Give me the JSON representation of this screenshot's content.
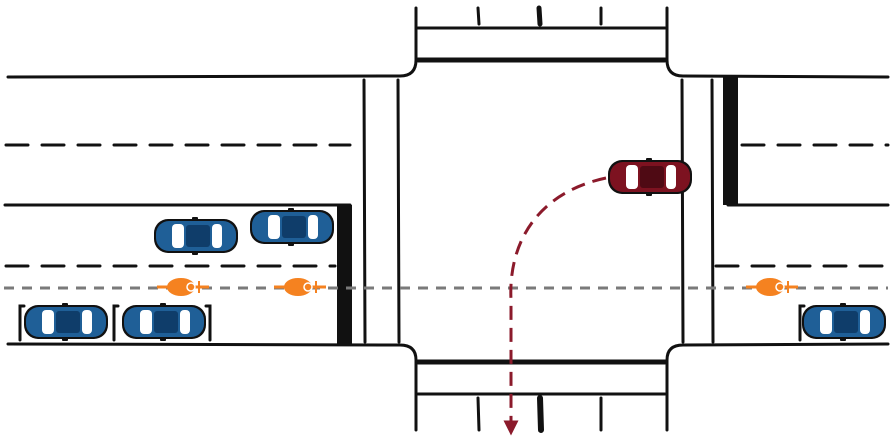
{
  "scene": {
    "type": "intersection-diagram",
    "view": "top-down",
    "labels": []
  },
  "colors": {
    "road_line": "#111111",
    "blue_car": "#1f5f97",
    "blue_car_dark": "#0f3d6a",
    "red_car": "#7d1220",
    "red_car_dark": "#4f0a14",
    "cyclist": "#f58220",
    "bike_lane_line": "#7a7a7a",
    "turn_path": "#8b1a2b"
  },
  "vehicles": [
    {
      "kind": "car",
      "color": "blue",
      "direction": "east",
      "location": "west-approach-upper-lane"
    },
    {
      "kind": "car",
      "color": "blue",
      "direction": "east",
      "location": "west-approach-upper-lane-stopped"
    },
    {
      "kind": "car",
      "color": "blue",
      "direction": "east",
      "location": "west-parking-lane",
      "parked": true
    },
    {
      "kind": "car",
      "color": "blue",
      "direction": "east",
      "location": "west-parking-lane",
      "parked": true
    },
    {
      "kind": "car",
      "color": "blue",
      "direction": "east",
      "location": "east-parking-lane",
      "parked": true
    },
    {
      "kind": "car",
      "color": "red",
      "direction": "east",
      "location": "intersection",
      "maneuver": "right-turn-south"
    }
  ],
  "cyclists": [
    {
      "direction": "east",
      "location": "west-bike-lane"
    },
    {
      "direction": "east",
      "location": "west-bike-lane-stopped"
    },
    {
      "direction": "east",
      "location": "east-bike-lane"
    }
  ],
  "icons": {
    "turn_path": "dashed-arrow-icon",
    "stop_line": "stop-bar"
  }
}
